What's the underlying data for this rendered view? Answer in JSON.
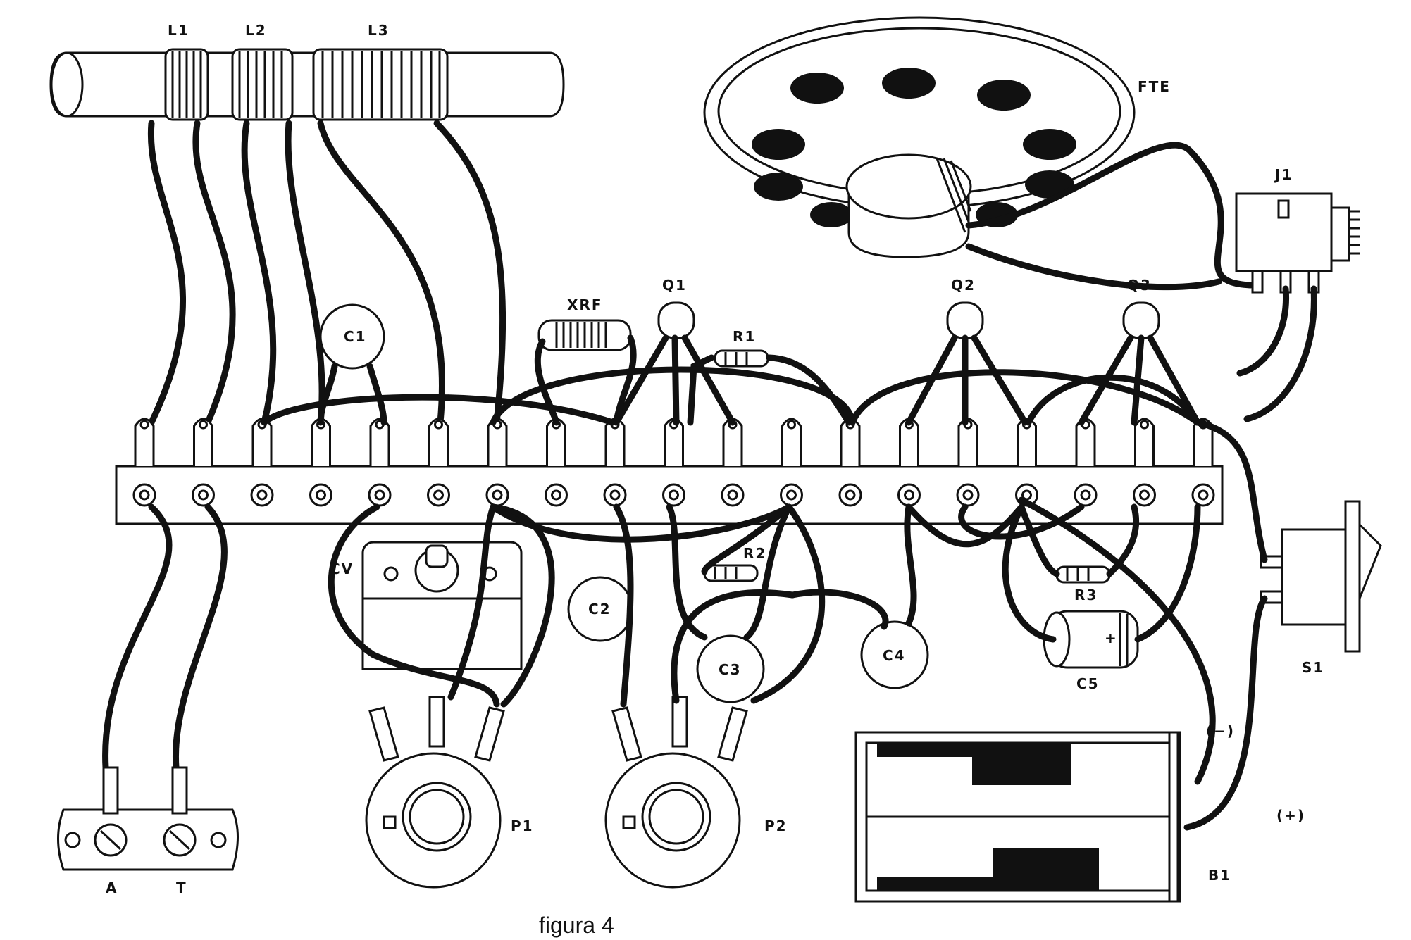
{
  "title": "figura 4",
  "labels": {
    "L1": "L1",
    "L2": "L2",
    "L3": "L3",
    "FTE": "FTE",
    "J1": "J1",
    "XRF": "XRF",
    "Q1": "Q1",
    "Q2": "Q2",
    "Q3": "Q3",
    "R1": "R1",
    "R2": "R2",
    "R3": "R3",
    "C1": "C1",
    "C2": "C2",
    "C3": "C3",
    "C4": "C4",
    "C5": "C5",
    "CV": "CV",
    "P1": "P1",
    "P2": "P2",
    "S1": "S1",
    "B1": "B1",
    "A": "A",
    "T": "T",
    "minus": "(−)",
    "plus": "(+)",
    "c5plus": "+"
  },
  "terminal_strip": {
    "lugs": 19
  },
  "colors": {
    "ink": "#111111",
    "paper": "#ffffff"
  }
}
